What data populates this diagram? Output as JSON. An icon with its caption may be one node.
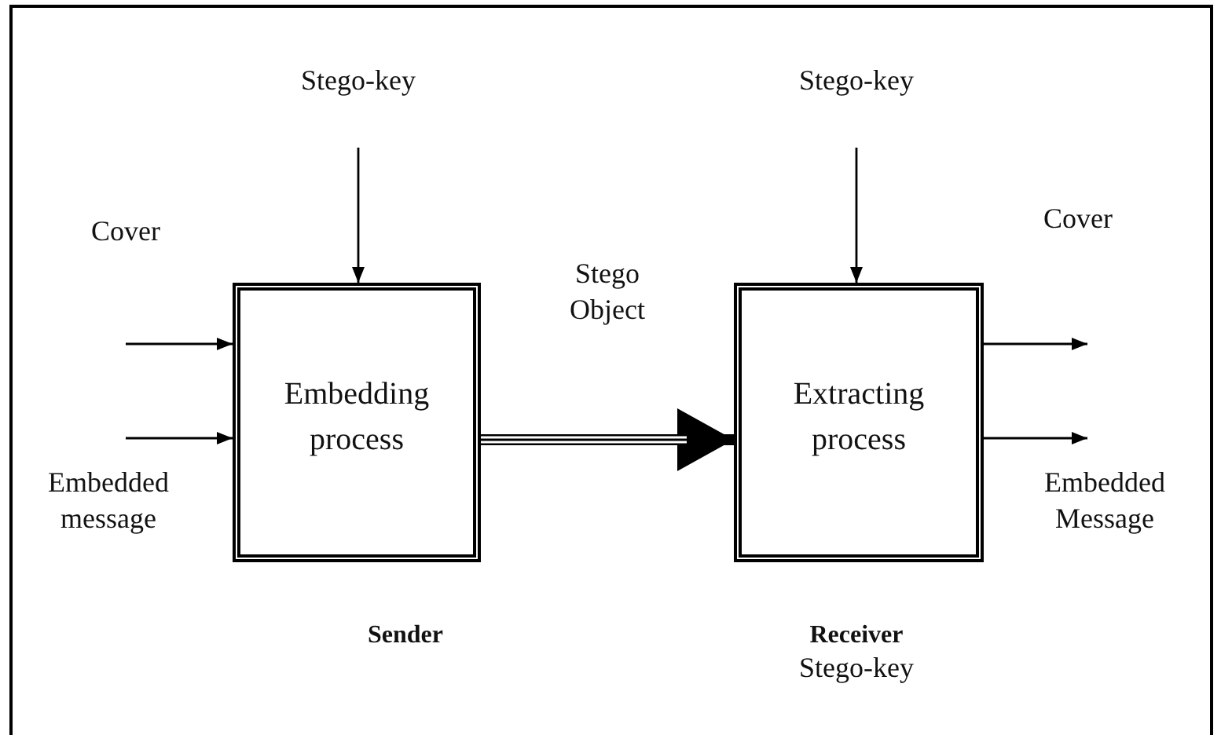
{
  "diagram": {
    "nodes": [
      {
        "text": [
          "Stego-key"
        ]
      },
      {
        "text": [
          "Stego-key"
        ]
      },
      {
        "text": [
          "Embedding process"
        ]
      },
      {
        "text": [
          "Extracting process"
        ]
      }
    ],
    "edges": [
      {
        "from": 0,
        "to": 2,
        "arrow": "to"
      },
      {
        "from": 1,
        "to": 3,
        "arrow": "to"
      },
      {
        "from": null,
        "to": 2,
        "arrow": "to"
      },
      {
        "from": null,
        "to": 2,
        "arrow": "to"
      },
      {
        "from": 2,
        "to": 3,
        "arrow": "to",
        "label": "Stego Object",
        "style": "thick"
      },
      {
        "from": 3,
        "to": null,
        "arrow": "to"
      },
      {
        "from": 3,
        "to": null,
        "arrow": "to"
      }
    ],
    "labels": [
      "Cover",
      "Cover",
      "Embedded message",
      "Embedded Message",
      "Sender",
      "Receiver",
      "Stego-key"
    ]
  }
}
